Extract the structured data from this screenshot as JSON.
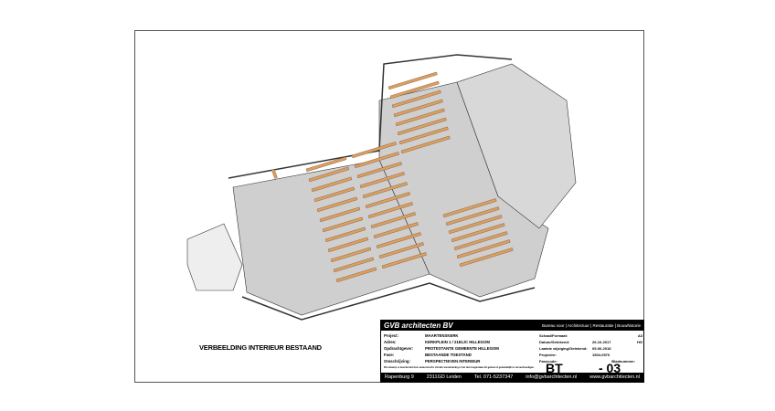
{
  "caption": "VERBEELDING INTERIEUR BESTAAND",
  "titleblock": {
    "firm": "GVB architecten BV",
    "tagline": "Bureau voor | Architectuur | Restauratie | Bouwhistorie",
    "fields": [
      {
        "label": "Project:",
        "value": "MAARTENSKERK"
      },
      {
        "label": "Adres:",
        "value": "KERKPLEIN 1 / 2181JC HILLEGOM"
      },
      {
        "label": "Opdrachtgever:",
        "value": "PROTESTANTE GEMEENTE HILLEGOM"
      },
      {
        "label": "Fase:",
        "value": "BESTAANDE TOESTAND"
      },
      {
        "label": "Omschrijving:",
        "value": "PERSPECTIEVEN INTERIEUR"
      }
    ],
    "right": [
      {
        "label": "Schaal/Formaat:",
        "value": "",
        "extra": "A3"
      },
      {
        "label": "Datum/Getekend:",
        "value": "26-10-2017",
        "extra": "HG"
      },
      {
        "label": "Laatste wijziging/Getekend:",
        "value": "05-06-2018",
        "extra": ""
      },
      {
        "label": "Projectnr:",
        "value": "1504-0570",
        "extra": ""
      },
      {
        "label": "Fasecode:",
        "value": "Bladnummer:",
        "extra": ""
      }
    ],
    "fasecode": "BT",
    "bladnummer": "- 03",
    "disclaimer": "Dit ontwerp is beschermd door auteursrecht. Zonder toestemming is het niet toegestaan dit geheel of gedeeltelijk te verveelvoudigen.",
    "footer": [
      "Rapenburg 9",
      "2311GD Leiden",
      "Tel. 071-5237347",
      "info@gvbarchitecten.nl",
      "www.gvbarchitecten.nl"
    ]
  },
  "colors": {
    "pew": "#d9a066",
    "floor": "#cfcfcf",
    "wall": "#f2f2f2"
  }
}
